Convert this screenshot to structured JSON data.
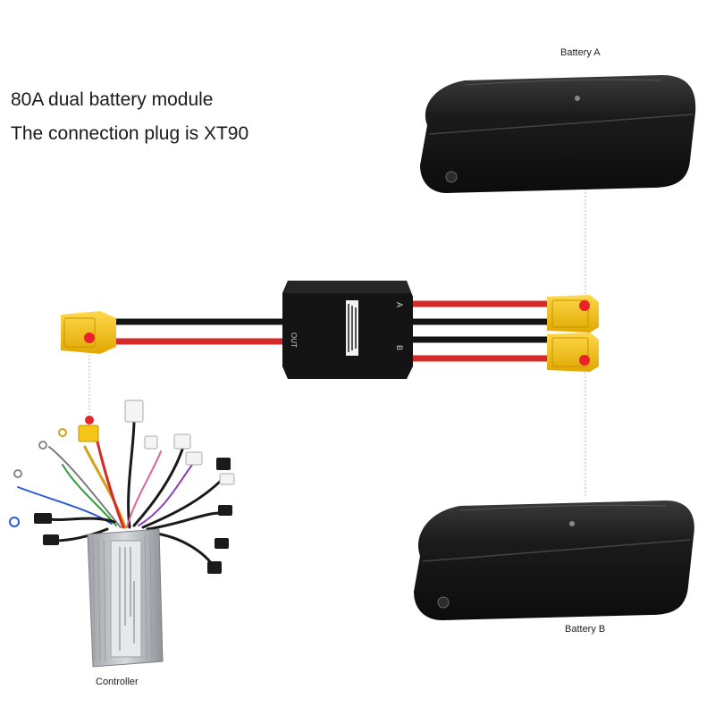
{
  "heading": {
    "line1": "80A dual battery module",
    "line2": "The connection plug is XT90"
  },
  "labels": {
    "battery_a": "Battery A",
    "battery_b": "Battery B",
    "controller": "Controller"
  },
  "module": {
    "port_out": "OUT",
    "port_a": "A",
    "port_b": "B"
  },
  "colors": {
    "battery_body": "#161616",
    "connector": "#f5c518",
    "marker": "#e8242a",
    "wire_red": "#d42a2a",
    "wire_black": "#141414",
    "controller_body": "#b8bcc0"
  }
}
